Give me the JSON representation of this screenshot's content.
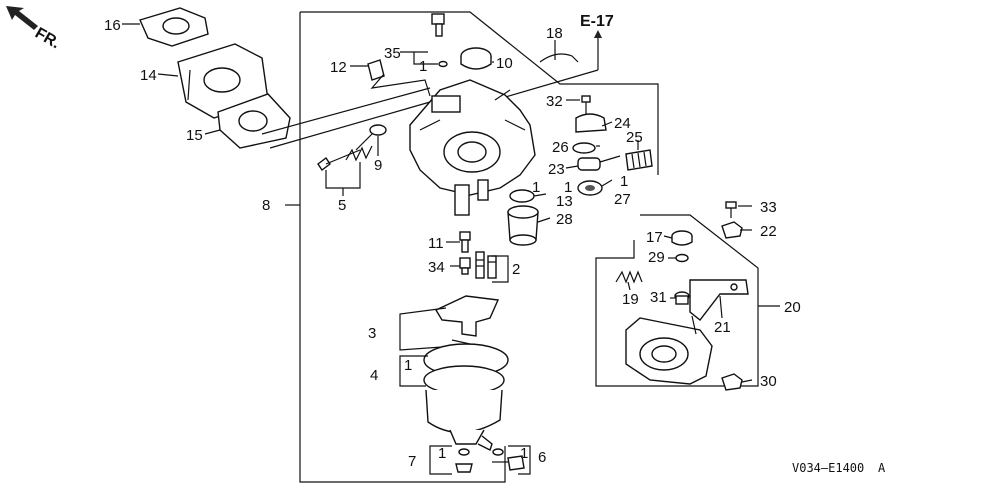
{
  "direction_label": "FR.",
  "ref_label": "E-17",
  "diagram_code": "V034–E1400",
  "diagram_code_suffix": "A",
  "callouts": {
    "c1a": "1",
    "c1b": "1",
    "c1c": "1",
    "c1d": "1",
    "c1e": "1",
    "c1f": "1",
    "c2": "2",
    "c3": "3",
    "c4": "4",
    "c5": "5",
    "c6": "6",
    "c7": "7",
    "c8": "8",
    "c9": "9",
    "c10": "10",
    "c11": "11",
    "c12": "12",
    "c13": "13",
    "c14": "14",
    "c15": "15",
    "c16": "16",
    "c17": "17",
    "c18": "18",
    "c19": "19",
    "c20": "20",
    "c21": "21",
    "c22": "22",
    "c23": "23",
    "c24": "24",
    "c25": "25",
    "c26": "26",
    "c27": "27",
    "c28": "28",
    "c29": "29",
    "c30": "30",
    "c31": "31",
    "c32": "32",
    "c33": "33",
    "c34": "34",
    "c35": "35"
  }
}
